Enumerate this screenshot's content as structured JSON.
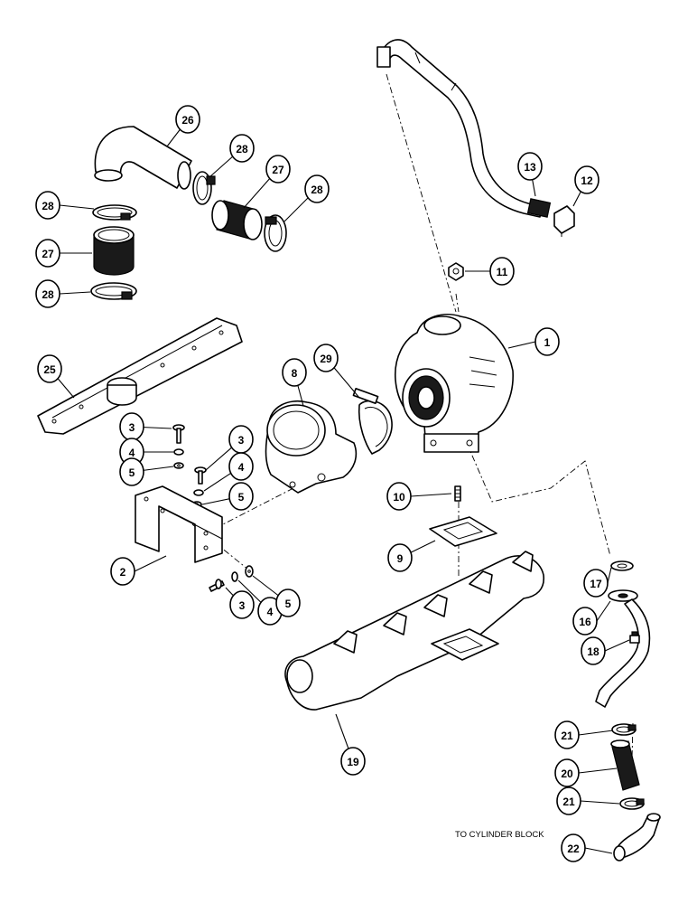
{
  "callouts": [
    {
      "id": "c1",
      "label": "1"
    },
    {
      "id": "c2",
      "label": "2"
    },
    {
      "id": "c3a",
      "label": "3"
    },
    {
      "id": "c3b",
      "label": "3"
    },
    {
      "id": "c3c",
      "label": "3"
    },
    {
      "id": "c4a",
      "label": "4"
    },
    {
      "id": "c4b",
      "label": "4"
    },
    {
      "id": "c4c",
      "label": "4"
    },
    {
      "id": "c5a",
      "label": "5"
    },
    {
      "id": "c5b",
      "label": "5"
    },
    {
      "id": "c5c",
      "label": "5"
    },
    {
      "id": "c8",
      "label": "8"
    },
    {
      "id": "c9",
      "label": "9"
    },
    {
      "id": "c10",
      "label": "10"
    },
    {
      "id": "c11",
      "label": "11"
    },
    {
      "id": "c12",
      "label": "12"
    },
    {
      "id": "c13",
      "label": "13"
    },
    {
      "id": "c16",
      "label": "16"
    },
    {
      "id": "c17",
      "label": "17"
    },
    {
      "id": "c18",
      "label": "18"
    },
    {
      "id": "c19",
      "label": "19"
    },
    {
      "id": "c20",
      "label": "20"
    },
    {
      "id": "c21a",
      "label": "21"
    },
    {
      "id": "c21b",
      "label": "21"
    },
    {
      "id": "c22",
      "label": "22"
    },
    {
      "id": "c25",
      "label": "25"
    },
    {
      "id": "c26",
      "label": "26"
    },
    {
      "id": "c27a",
      "label": "27"
    },
    {
      "id": "c27b",
      "label": "27"
    },
    {
      "id": "c28a",
      "label": "28"
    },
    {
      "id": "c28b",
      "label": "28"
    },
    {
      "id": "c28c",
      "label": "28"
    },
    {
      "id": "c28d",
      "label": "28"
    },
    {
      "id": "c29",
      "label": "29"
    }
  ],
  "note": "TO CYLINDER BLOCK"
}
